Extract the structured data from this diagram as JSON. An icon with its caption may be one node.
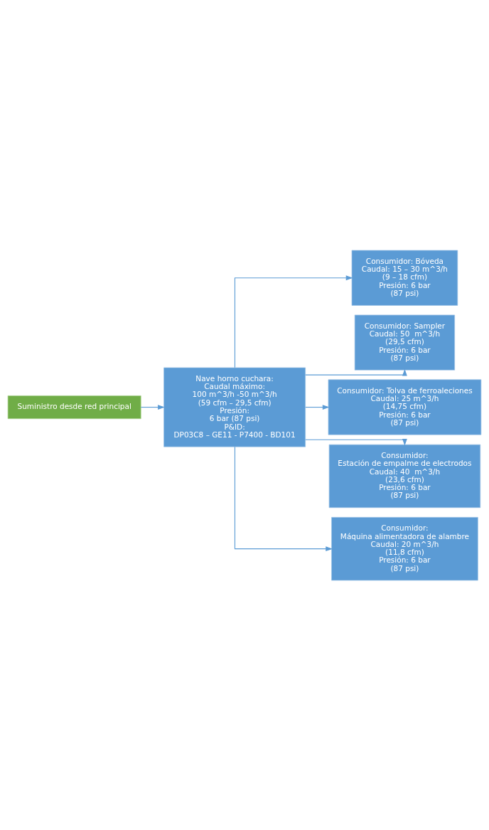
{
  "diagram": {
    "nodes": [
      {
        "text": [
          "Suministro desde red principal"
        ]
      },
      {
        "text": [
          "Nave horno cuchara:",
          "Caudal máximo:",
          "100 m^3/h -50 m^3/h",
          "(59 cfm – 29,5 cfm)",
          "Presión:",
          "6 bar (87 psi)",
          "P&ID:",
          "DP03C8 – GE11 - P7400 - BD101"
        ]
      },
      {
        "text": [
          "Consumidor: Bóveda",
          "Caudal: 15 – 30 m^3/h",
          "(9 – 18 cfm)",
          "Presión: 6 bar",
          "(87 psi)"
        ]
      },
      {
        "text": [
          "Consumidor: Sampler",
          "Caudal: 50  m^3/h",
          "(29,5 cfm)",
          "Presión: 6 bar",
          "(87 psi)"
        ]
      },
      {
        "text": [
          "Consumidor: Tolva de ferroaleciones",
          "Caudal: 25 m^3/h",
          "(14,75 cfm)",
          "Presión: 6 bar",
          "(87 psi)"
        ]
      },
      {
        "text": [
          "Consumidor:",
          "Estación de empalme de electrodos",
          "Caudal: 40  m^3/h",
          "(23,6 cfm)",
          "Presión: 6 bar",
          "(87 psi)"
        ]
      },
      {
        "text": [
          "Consumidor:",
          "Máquina alimentadora de alambre",
          "Caudal: 20 m^3/h",
          "(11,8 cfm)",
          "Presión: 6 bar",
          "(87 psi)"
        ]
      }
    ],
    "edges": [
      {
        "from": 0,
        "to": 1,
        "arrow": "to"
      },
      {
        "from": 1,
        "to": 2,
        "arrow": "to"
      },
      {
        "from": 1,
        "to": 3,
        "arrow": "to"
      },
      {
        "from": 1,
        "to": 4,
        "arrow": "to"
      },
      {
        "from": 1,
        "to": 5,
        "arrow": "to"
      },
      {
        "from": 1,
        "to": 6,
        "arrow": "to"
      }
    ]
  }
}
